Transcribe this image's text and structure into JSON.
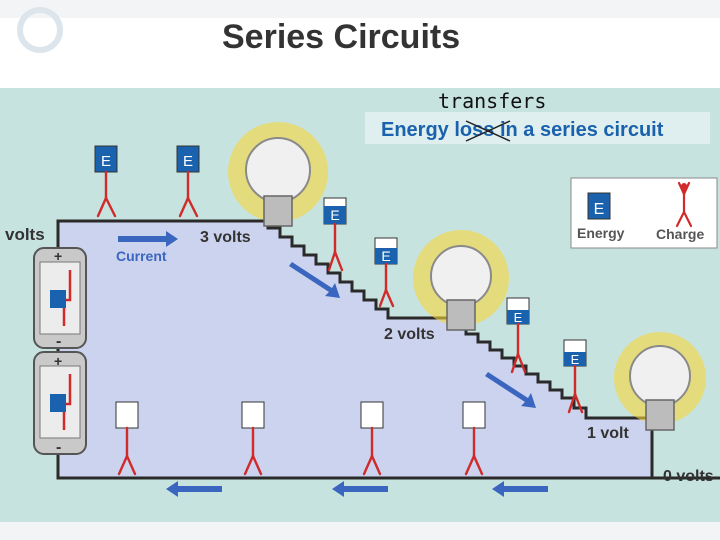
{
  "title": "Series Circuits",
  "handwritten_note": "transfers",
  "subtitle_prefix": "Energy",
  "subtitle_struck": "loss",
  "subtitle_suffix": "in a series circuit",
  "legend": {
    "energy_label": "Energy",
    "charge_label": "Charge",
    "icon_letter": "E"
  },
  "labels": {
    "volts_left": "volts",
    "current": "Current",
    "v3": "3 volts",
    "v2": "2 volts",
    "v1": "1 volt",
    "v0": "0 volts"
  },
  "battery": {
    "plus": "+",
    "minus": "-"
  },
  "colors": {
    "background": "#c7e3df",
    "circuit_fill": "#ccd3ee",
    "accent_blue": "#1a62ad",
    "arrow_blue": "#3a66c0",
    "charge_red": "#d12a2a",
    "bulb_glow": "#f6d53c"
  }
}
